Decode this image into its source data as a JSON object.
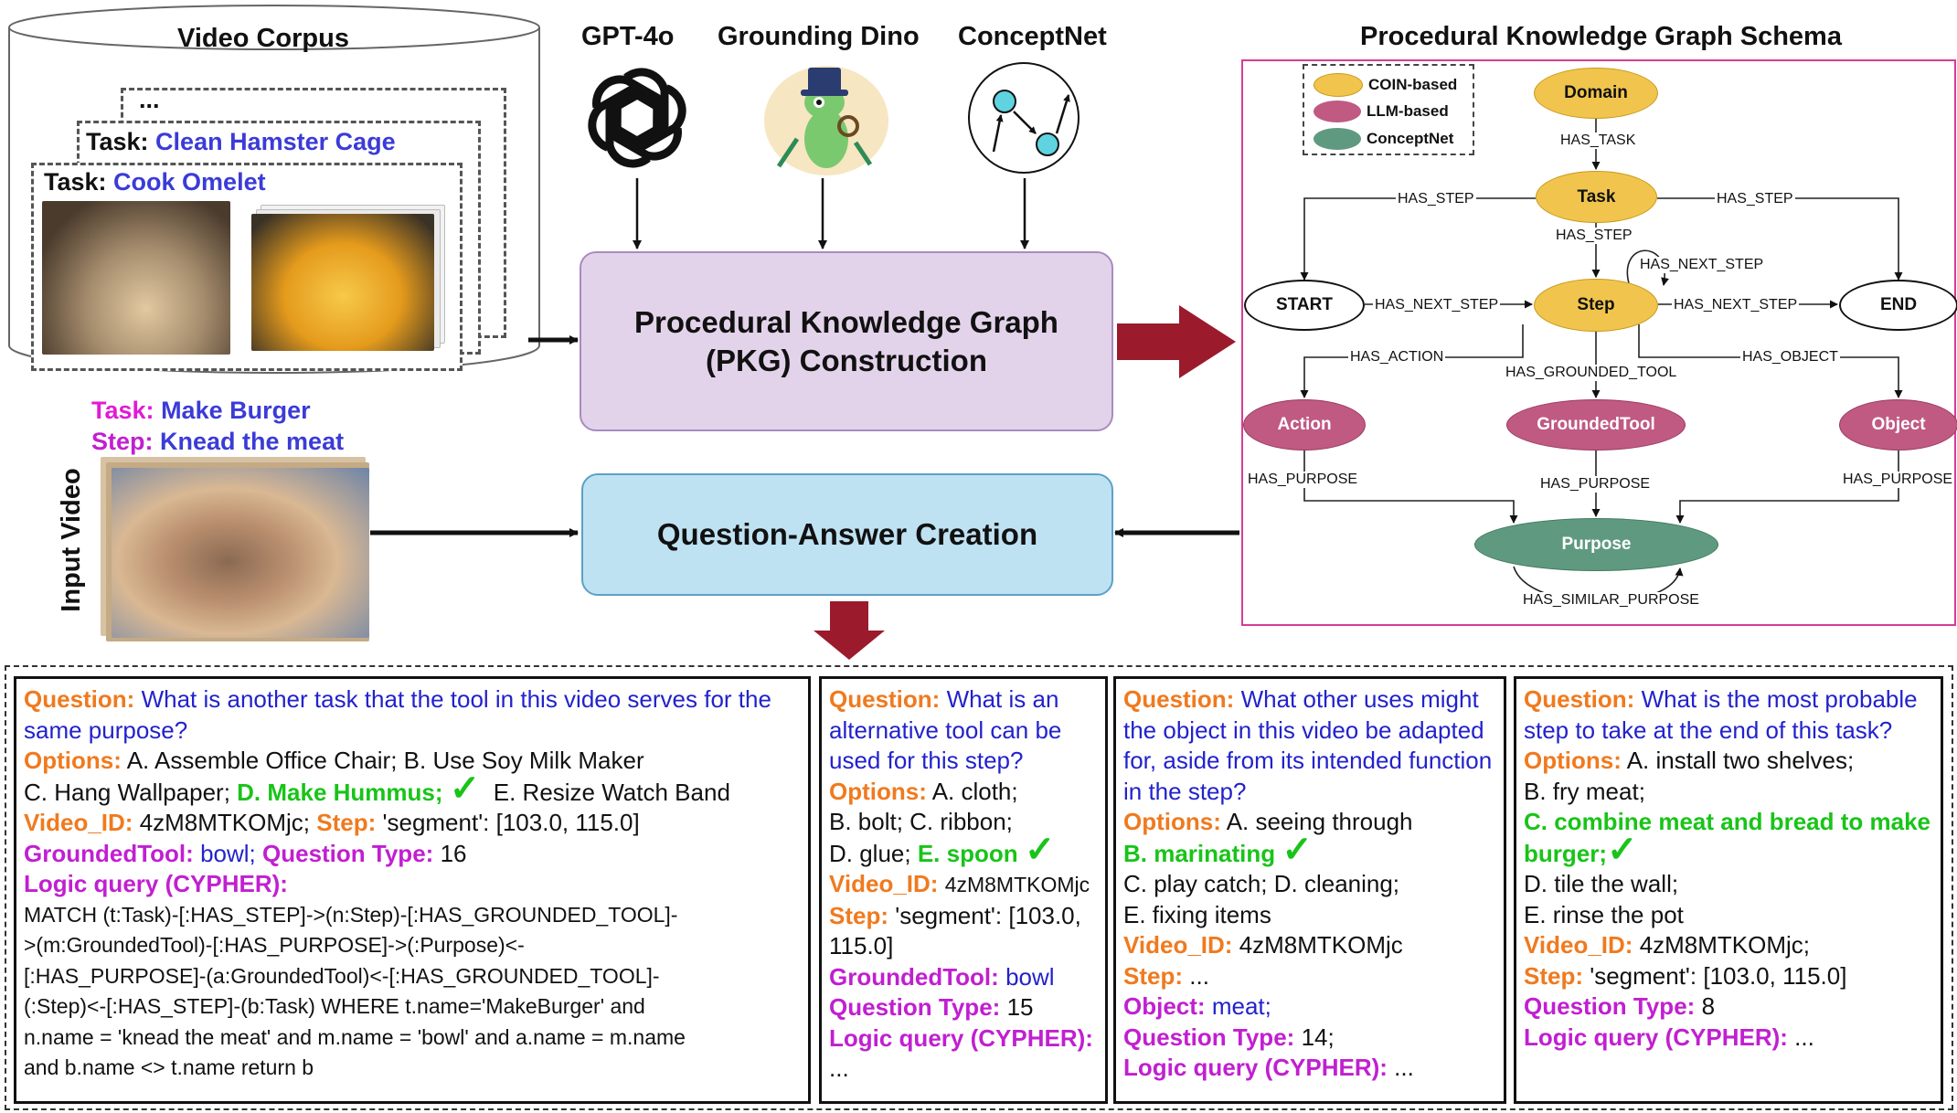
{
  "corpus": {
    "title": "Video Corpus",
    "ellipsis": "...",
    "task_prefix": "Task:",
    "tasks": [
      "Clean Hamster Cage",
      "Cook Omelet"
    ]
  },
  "tools": {
    "gpt": "GPT-4o",
    "dino": "Grounding Dino",
    "conceptnet": "ConceptNet"
  },
  "input": {
    "label": "Input Video",
    "task_key": "Task",
    "task_value": "Make Burger",
    "step_key": "Step",
    "step_value": "Knead the meat"
  },
  "pkg": {
    "line1": "Procedural Knowledge Graph",
    "line2": "(PKG) Construction"
  },
  "qa": {
    "label": "Question-Answer Creation"
  },
  "schema": {
    "title": "Procedural Knowledge Graph Schema",
    "legend": [
      "COIN-based",
      "LLM-based",
      "ConceptNet"
    ],
    "colors": {
      "coin": "#f1c54d",
      "llm": "#c05a82",
      "conceptnet": "#5f9a80"
    },
    "nodes": {
      "domain": "Domain",
      "task": "Task",
      "start": "START",
      "step": "Step",
      "end": "END",
      "action": "Action",
      "groundedtool": "GroundedTool",
      "object": "Object",
      "purpose": "Purpose"
    },
    "edges": {
      "has_task": "HAS_TASK",
      "has_step_left": "HAS_STEP",
      "has_step_right": "HAS_STEP",
      "has_step_down": "HAS_STEP",
      "has_next_step_self": "HAS_NEXT_STEP",
      "has_next_step_left": "HAS_NEXT_STEP",
      "has_next_step_right": "HAS_NEXT_STEP",
      "has_action": "HAS_ACTION",
      "has_grounded_tool": "HAS_GROUNDED_TOOL",
      "has_object": "HAS_OBJECT",
      "has_purpose_left": "HAS_PURPOSE",
      "has_purpose_mid": "HAS_PURPOSE",
      "has_purpose_right": "HAS_PURPOSE",
      "has_similar_purpose": "HAS_SIMILAR_PURPOSE"
    }
  },
  "cards": {
    "c1": {
      "q_key": "Question",
      "q_text": "What is another task that the tool in this video serves for the same purpose?",
      "opt_key": "Options",
      "opt_a": "A. Assemble Office Chair; B. Use Soy Milk Maker",
      "opt_c": "C. Hang Wallpaper;",
      "opt_d": "D. Make Hummus;",
      "opt_e": "E. Resize Watch Band",
      "vid_key": "Video_ID",
      "vid_val": "4zM8MTKOMjc;",
      "step_key": "Step",
      "step_val": "'segment': [103.0, 115.0]",
      "gt_key": "GroundedTool",
      "gt_val": "bowl;",
      "qt_key": "Question Type",
      "qt_val": "16",
      "lq_key": "Logic query (CYPHER)",
      "lq_lines": [
        "MATCH (t:Task)-[:HAS_STEP]->(n:Step)-[:HAS_GROUNDED_TOOL]-",
        ">(m:GroundedTool)-[:HAS_PURPOSE]->(:Purpose)<-",
        "[:HAS_PURPOSE]-(a:GroundedTool)<-[:HAS_GROUNDED_TOOL]-",
        "(:Step)<-[:HAS_STEP]-(b:Task) WHERE t.name='MakeBurger' and",
        "n.name = 'knead the meat' and m.name = 'bowl' and a.name = m.name",
        "and b.name <> t.name return b"
      ]
    },
    "c2": {
      "q_key": "Question",
      "q_text": "What is an alternative tool can be used for this step?",
      "opt_key": "Options",
      "opt_a": "A. cloth;",
      "opt_b": "B. bolt; C. ribbon;",
      "opt_d": "D. glue;",
      "opt_e": "E. spoon",
      "vid_key": "Video_ID",
      "vid_val": "4zM8MTKOMjc",
      "step_key": "Step",
      "step_val": "'segment': [103.0, 115.0]",
      "gt_key": "GroundedTool",
      "gt_val": "bowl",
      "qt_key": "Question Type",
      "qt_val": "15",
      "lq_key": "Logic query (CYPHER)",
      "lq_val": "..."
    },
    "c3": {
      "q_key": "Question",
      "q_text": "What other uses might the object in this video be adapted for, aside from its intended function in the step?",
      "opt_key": "Options",
      "opt_a": "A. seeing through",
      "opt_b": "B. marinating",
      "opt_c": "C. play catch; D. cleaning;",
      "opt_e": "E. fixing items",
      "vid_key": "Video_ID",
      "vid_val": "4zM8MTKOMjc",
      "step_key": "Step",
      "step_val": "...",
      "obj_key": "Object",
      "obj_val": "meat;",
      "qt_key": "Question Type",
      "qt_val": "14;",
      "lq_key": "Logic query (CYPHER)",
      "lq_val": "..."
    },
    "c4": {
      "q_key": "Question",
      "q_text": "What is the most probable step to take at the end of this task?",
      "opt_key": "Options",
      "opt_a": "A. install two shelves;",
      "opt_b": "B. fry meat;",
      "opt_c": "C. combine meat and bread to make burger;",
      "opt_d": "D. tile the wall;",
      "opt_e": "E. rinse the pot",
      "vid_key": "Video_ID",
      "vid_val": "4zM8MTKOMjc;",
      "step_key": "Step",
      "step_val": "'segment': [103.0, 115.0]",
      "qt_key": "Question Type",
      "qt_val": "8",
      "lq_key": "Logic query (CYPHER)",
      "lq_val": "..."
    }
  }
}
